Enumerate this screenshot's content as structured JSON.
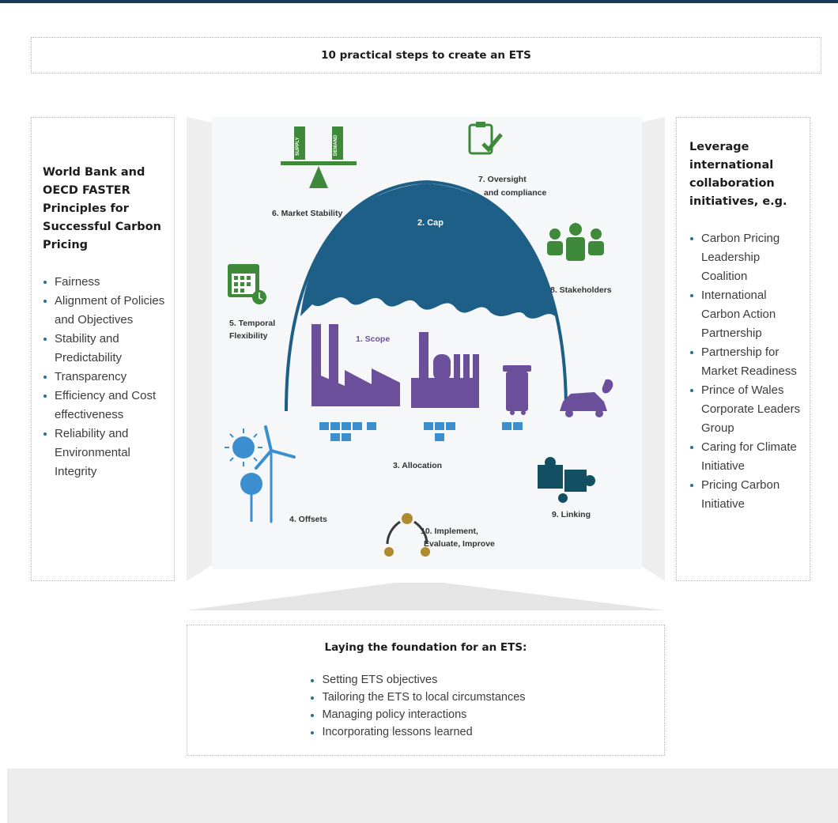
{
  "title": "10 practical steps to create an ETS",
  "left_panel": {
    "title": "World Bank and OECD FASTER Principles for Successful Carbon Pricing",
    "items": [
      "Fairness",
      "Alignment of Policies and Objectives",
      "Stability and Predictability",
      "Transparency",
      "Efficiency and Cost effectiveness",
      "Reliability and Environmental Integrity"
    ]
  },
  "right_panel": {
    "title": "Leverage international collaboration initiatives, e.g.",
    "items": [
      "Carbon Pricing Leadership Coalition",
      "International Carbon Action Partnership",
      "Partnership for Market Readiness",
      "Prince of Wales Corporate Leaders Group",
      "Caring for Climate Initiative",
      "Pricing Carbon Initiative"
    ]
  },
  "bottom_panel": {
    "title": "Laying the foundation for an ETS:",
    "items": [
      "Setting ETS objectives",
      "Tailoring the ETS to local circumstances",
      "Managing policy interactions",
      "Incorporating lessons learned"
    ]
  },
  "diagram": {
    "step1": "1. Scope",
    "step2": "2. Cap",
    "step3": "3. Allocation",
    "step4": "4. Offsets",
    "step5_line1": "5. Temporal",
    "step5_line2": "Flexibility",
    "step6": "6. Market Stability",
    "step7_line1": "7. Oversight",
    "step7_line2": "and compliance",
    "step8": "8. Stakeholders",
    "step9": "9. Linking",
    "step10_line1": "10. Implement,",
    "step10_line2": "Evaluate, Improve",
    "supply": "SUPPLY",
    "demand": "DEMAND"
  },
  "colors": {
    "navy": "#1b3a57",
    "cap_blue": "#1e5f87",
    "purple": "#6b4f9b",
    "green": "#3f8a3a",
    "teal": "#124f63",
    "gold": "#b08a2e",
    "sky": "#3b8fcf"
  }
}
